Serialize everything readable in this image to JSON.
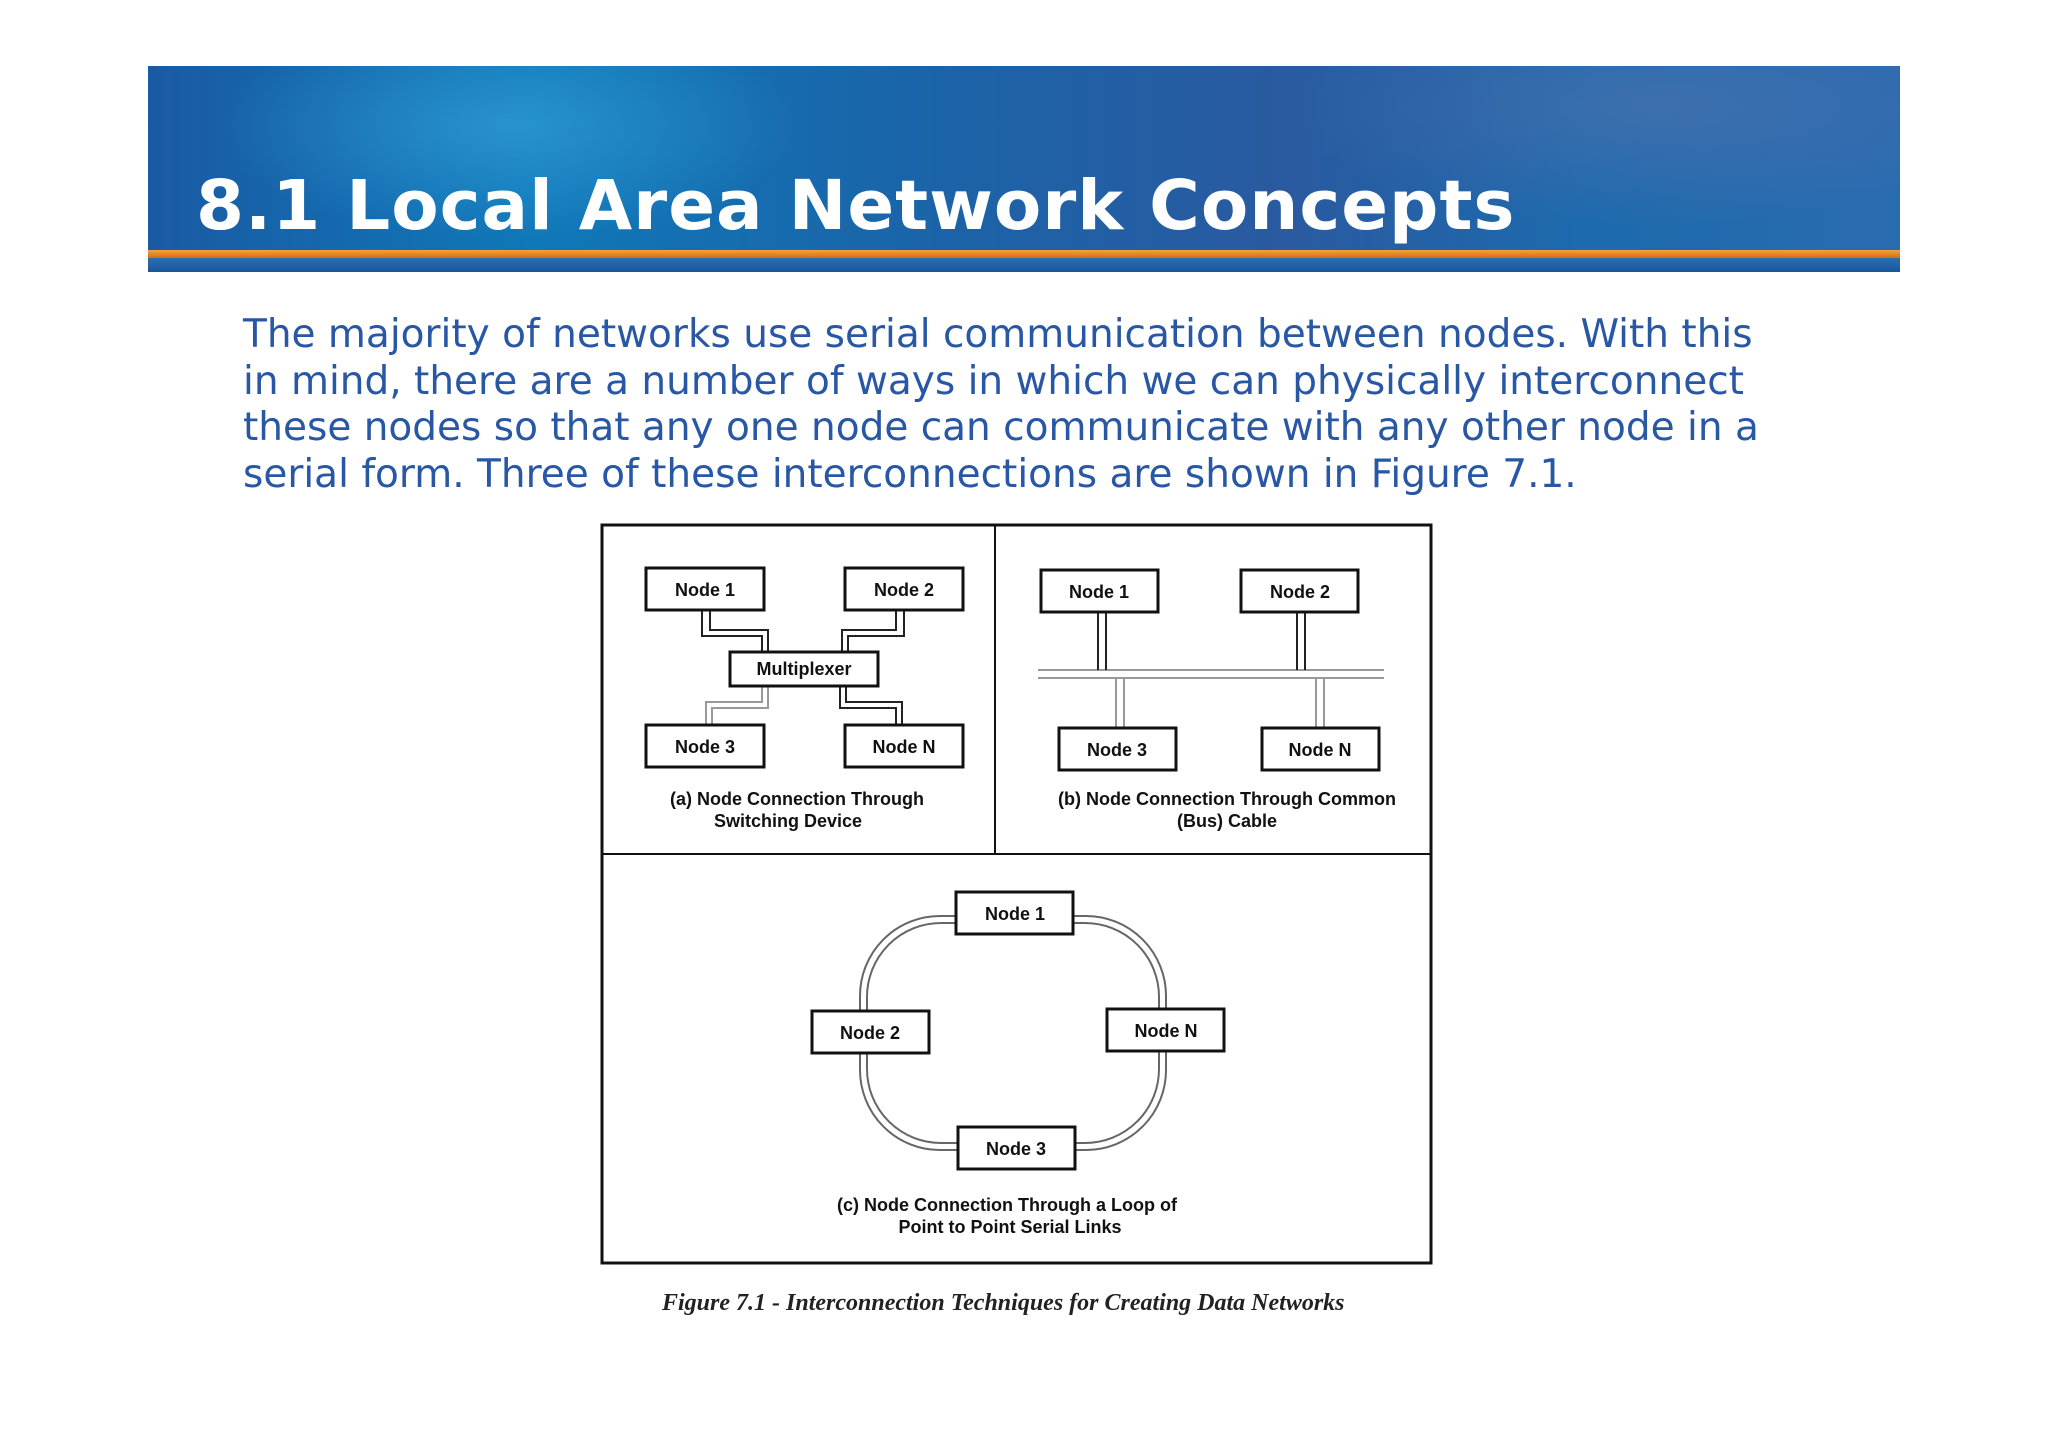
{
  "slide": {
    "title": "8.1  Local Area Network Concepts",
    "paragraph_lines": [
      "The majority of networks use serial communication between nodes. With this",
      "in mind, there are a number of ways in which we can physically interconnect",
      "these nodes so that any one node can communicate with any other node in a",
      "serial form. Three of these interconnections are shown in Figure 7.1."
    ]
  },
  "figure": {
    "panel_a": {
      "nodes": [
        "Node 1",
        "Node 2",
        "Node 3",
        "Node N"
      ],
      "hub": "Multiplexer",
      "caption_line1": "(a) Node Connection Through",
      "caption_line2": "Switching Device"
    },
    "panel_b": {
      "nodes": [
        "Node 1",
        "Node 2",
        "Node 3",
        "Node N"
      ],
      "caption_line1": "(b)  Node Connection Through Common",
      "caption_line2": "(Bus) Cable"
    },
    "panel_c": {
      "nodes": [
        "Node 1",
        "Node 2",
        "Node N",
        "Node 3"
      ],
      "caption_line1": "(c)  Node Connection Through a Loop of",
      "caption_line2": "Point to Point Serial Links"
    },
    "caption": "Figure 7.1 -  Interconnection Techniques for Creating Data Networks"
  }
}
